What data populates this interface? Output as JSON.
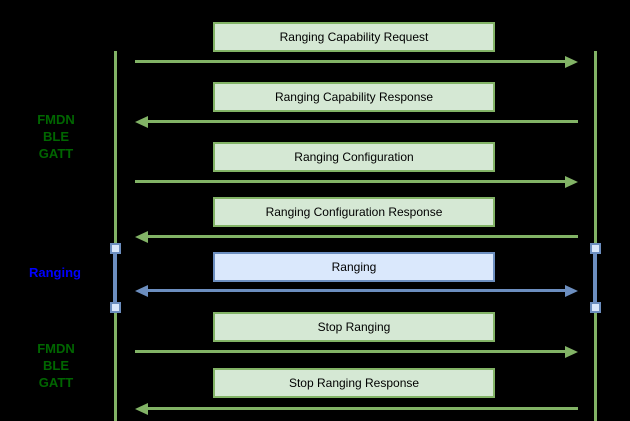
{
  "palette": {
    "background": "#000000",
    "green_stroke": "#82b366",
    "green_fill": "#d5e8d4",
    "blue_stroke": "#6c8ebf",
    "blue_fill": "#dae8fc",
    "green_label_text": "#006600",
    "blue_label_text": "#0000ff",
    "message_text": "#000000"
  },
  "phase_labels": [
    {
      "lines": [
        "FMDN",
        "BLE",
        "GATT"
      ],
      "style": "green"
    },
    {
      "lines": [
        "Ranging"
      ],
      "style": "blue"
    },
    {
      "lines": [
        "FMDN",
        "BLE",
        "GATT"
      ],
      "style": "green"
    }
  ],
  "messages": [
    {
      "label": "Ranging Capability Request",
      "direction": "right",
      "style": "green"
    },
    {
      "label": "Ranging Capability Response",
      "direction": "left",
      "style": "green"
    },
    {
      "label": "Ranging Configuration",
      "direction": "right",
      "style": "green"
    },
    {
      "label": "Ranging Configuration Response",
      "direction": "left",
      "style": "green"
    },
    {
      "label": "Ranging",
      "direction": "both",
      "style": "blue"
    },
    {
      "label": "Stop Ranging",
      "direction": "right",
      "style": "green"
    },
    {
      "label": "Stop Ranging Response",
      "direction": "left",
      "style": "green"
    }
  ]
}
